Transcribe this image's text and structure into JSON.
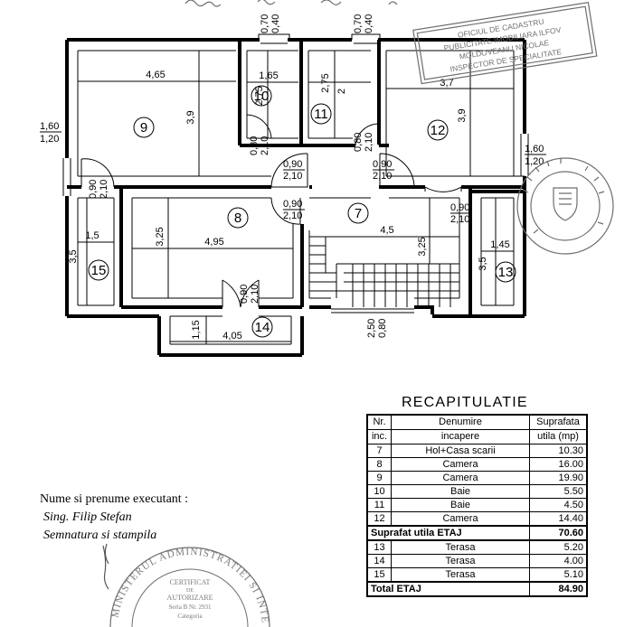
{
  "plan": {
    "rooms": {
      "r7": "7",
      "r8": "8",
      "r9": "9",
      "r10": "10",
      "r11": "11",
      "r12": "12",
      "r13": "13",
      "r14": "14",
      "r15": "15"
    },
    "dims": {
      "r9_w": "4,65",
      "r9_h": "3,9",
      "r10_w": "1,65",
      "r10_h": "2,75",
      "r11_h": "2,75",
      "r11_w": "2",
      "r12_w": "3,7",
      "r12_h": "3,9",
      "r8_w": "4,95",
      "r8_h": "3,25",
      "r7_w": "4,5",
      "r7_h": "3,25",
      "r15_w": "1,5",
      "r15_h": "3,5",
      "r13_w": "1,45",
      "r13_h": "3,5",
      "r14_w": "4,05",
      "r14_h": "1,15"
    },
    "openings": {
      "win_top_1": {
        "w": "0,70",
        "h": "0,40"
      },
      "win_top_2": {
        "w": "0,70",
        "h": "0,40"
      },
      "win_left": {
        "w": "1,60",
        "h": "1,20"
      },
      "win_right": {
        "w": "1,60",
        "h": "1,20"
      },
      "win_bottom": {
        "w": "2,50",
        "h": "0,80"
      },
      "door_10": {
        "w": "0,80",
        "h": "2,10"
      },
      "door_11": {
        "w": "0,80",
        "h": "2,10"
      },
      "door_9": {
        "w": "0,90",
        "h": "2,10"
      },
      "door_12": {
        "w": "0,90",
        "h": "2,10"
      },
      "door_8": {
        "w": "0,90",
        "h": "2,10"
      },
      "door_15": {
        "w": "0,90",
        "h": "2,10"
      },
      "door_13": {
        "w": "0,90",
        "h": "2,10"
      },
      "door_14": {
        "w": "0,90",
        "h": "2,10"
      }
    },
    "stamp_lines": [
      "OFICIUL DE CADASTRU",
      "PUBLICITATE IMOBILIARA ILFOV",
      "MOLDOVEANU NICOLAE",
      "INSPECTOR DE SPECIALITATE"
    ]
  },
  "recap": {
    "title": "RECAPITULATIE",
    "headers": {
      "nr_1": "Nr.",
      "nr_2": "inc.",
      "name_1": "Denumire",
      "name_2": "incapere",
      "area_1": "Suprafata",
      "area_2": "utila (mp)"
    },
    "rows": [
      {
        "nr": "7",
        "name": "Hol+Casa scarii",
        "area": "10.30"
      },
      {
        "nr": "8",
        "name": "Camera",
        "area": "16.00"
      },
      {
        "nr": "9",
        "name": "Camera",
        "area": "19.90"
      },
      {
        "nr": "10",
        "name": "Baie",
        "area": "5.50"
      },
      {
        "nr": "11",
        "name": "Baie",
        "area": "4.50"
      },
      {
        "nr": "12",
        "name": "Camera",
        "area": "14.40"
      }
    ],
    "summary": {
      "label": "Suprafat utila  ETAJ",
      "area": "70.60"
    },
    "rows2": [
      {
        "nr": "13",
        "name": "Terasa",
        "area": "5.20"
      },
      {
        "nr": "14",
        "name": "Terasa",
        "area": "4.00"
      },
      {
        "nr": "15",
        "name": "Terasa",
        "area": "5.10"
      }
    ],
    "total": {
      "label": "Total   ETAJ",
      "area": "84.90"
    }
  },
  "executant": {
    "label": "Nume si prenume executant :",
    "name": "Sing. Filip Stefan",
    "sign": "Semnatura  si  stampila"
  },
  "cert_stamp": {
    "ring": "MINISTERUL ADMINISTRATIEI SI INTERNELOR",
    "l1": "CERTIFICAT",
    "l2": "DE",
    "l3": "AUTORIZARE",
    "l4": "Seria B  Nr. 2931",
    "l5": "Categoria"
  }
}
